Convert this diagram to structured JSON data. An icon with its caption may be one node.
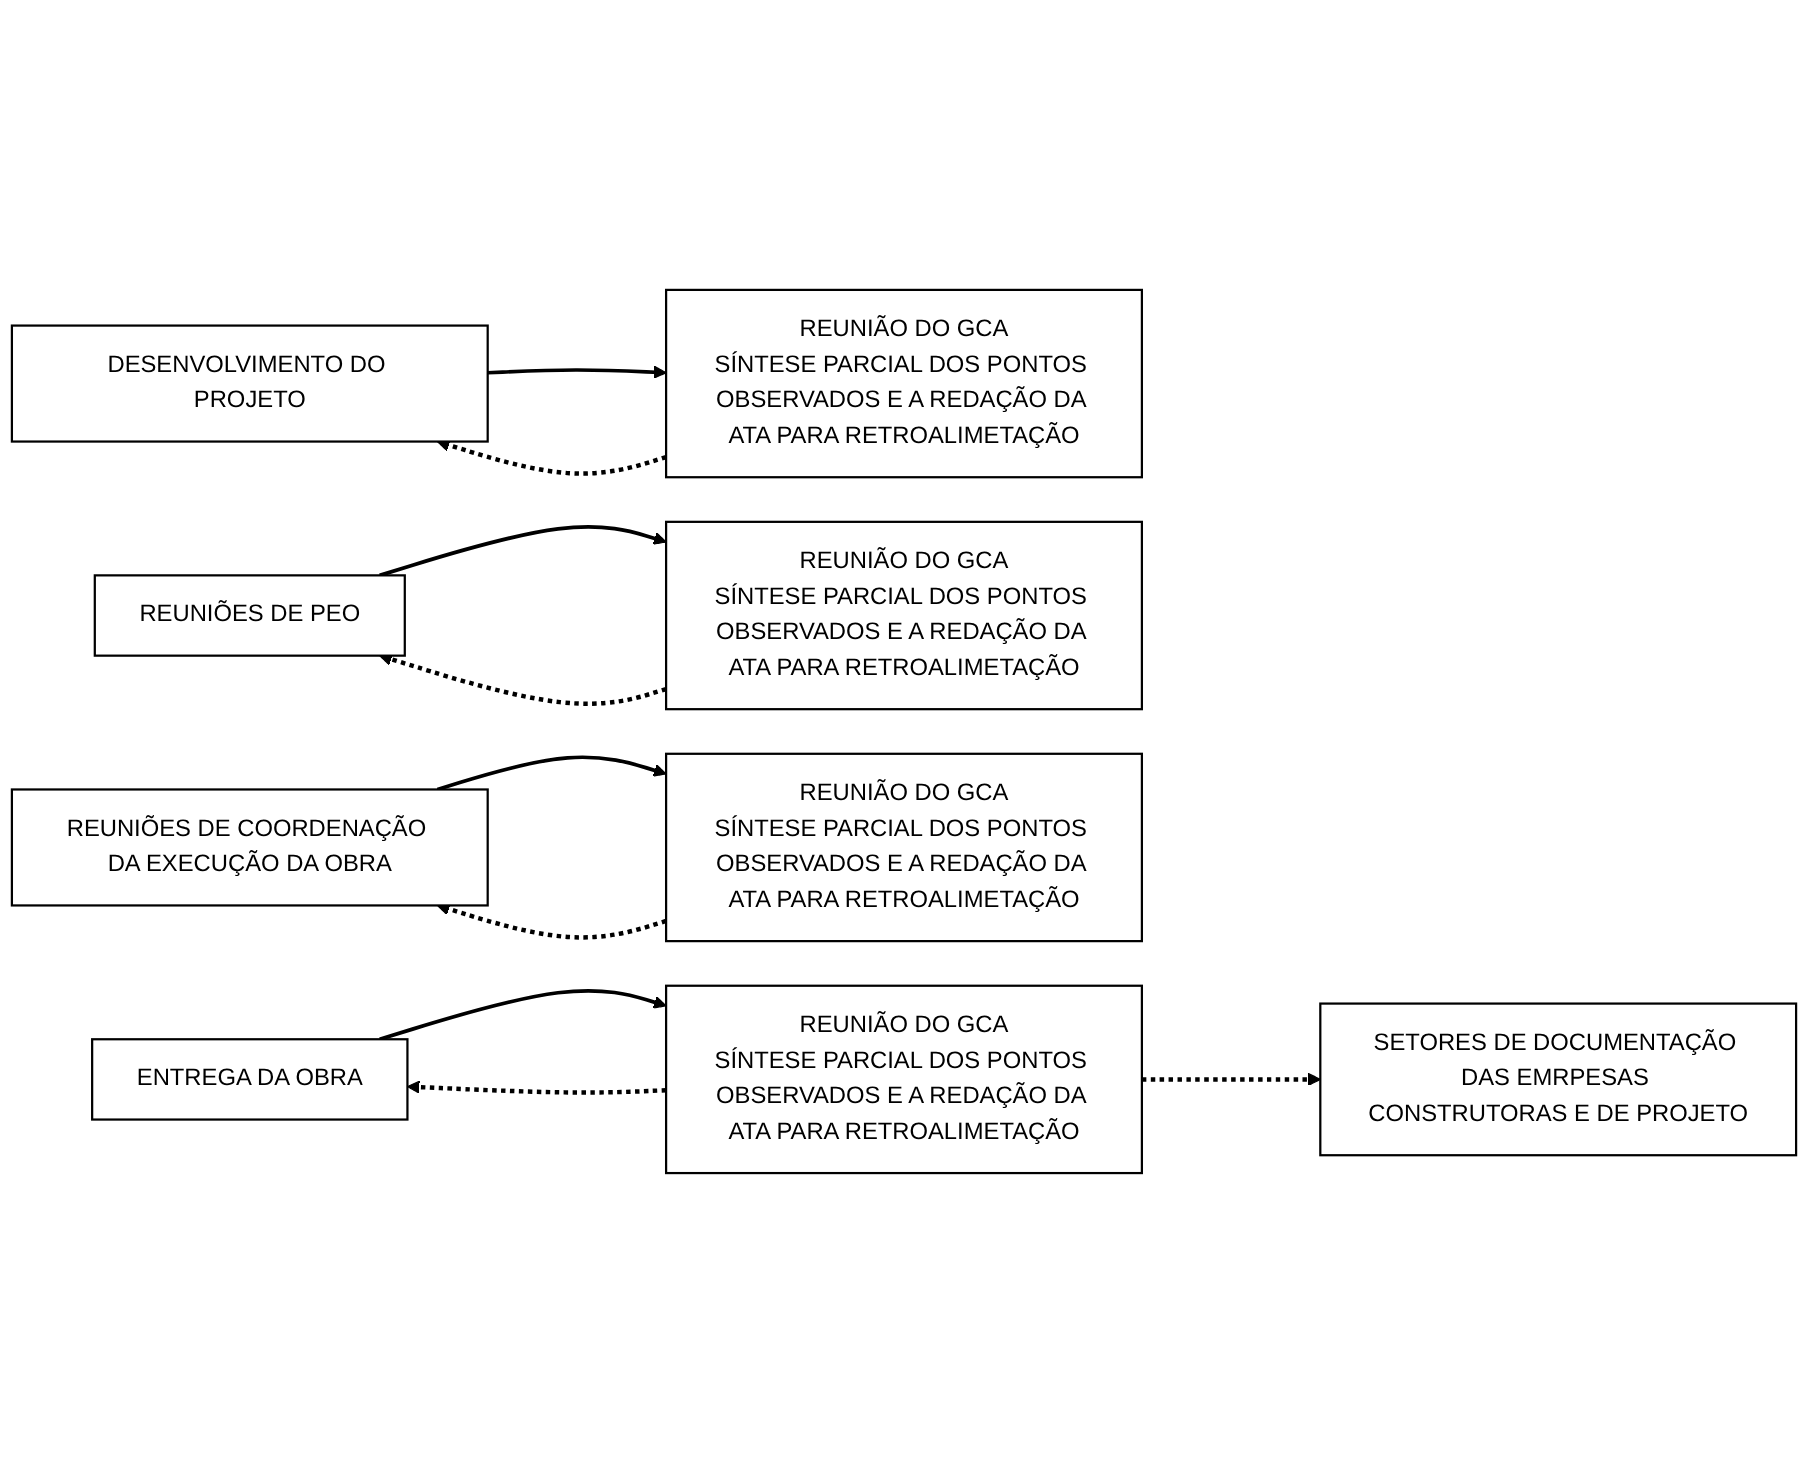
{
  "diagram": {
    "nodes": [
      {
        "text": [
          "DESENVOLVIMENTO DO PROJETO"
        ]
      },
      {
        "text": [
          "REUNIÃO DO GCA",
          "SÍNTESE PARCIAL DOS PONTOS OBSERVADOS E A REDAÇÃO DA ATA PARA RETROALIMETAÇÃO"
        ]
      },
      {
        "text": [
          "REUNIÕES DE PEO"
        ]
      },
      {
        "text": [
          "REUNIÃO DO GCA",
          "SÍNTESE PARCIAL DOS PONTOS OBSERVADOS E A REDAÇÃO DA ATA PARA RETROALIMETAÇÃO"
        ]
      },
      {
        "text": [
          "REUNIÕES DE COORDENAÇÃO DA EXECUÇÃO DA OBRA"
        ]
      },
      {
        "text": [
          "REUNIÃO DO GCA",
          "SÍNTESE PARCIAL DOS PONTOS OBSERVADOS E A REDAÇÃO DA ATA PARA RETROALIMETAÇÃO"
        ]
      },
      {
        "text": [
          "ENTREGA DA OBRA"
        ]
      },
      {
        "text": [
          "REUNIÃO DO GCA",
          "SÍNTESE PARCIAL DOS PONTOS OBSERVADOS E A REDAÇÃO DA ATA PARA RETROALIMETAÇÃO"
        ]
      },
      {
        "text": [
          "SETORES DE DOCUMENTAÇÃO DAS EMRPESAS CONSTRUTORAS E DE PROJETO"
        ]
      }
    ],
    "edges": [
      {
        "from": 0,
        "to": 1,
        "arrow": "to"
      },
      {
        "from": 1,
        "to": 0,
        "arrow": "to",
        "style": "dashed"
      },
      {
        "from": 2,
        "to": 3,
        "arrow": "to"
      },
      {
        "from": 3,
        "to": 2,
        "arrow": "to",
        "style": "dashed"
      },
      {
        "from": 4,
        "to": 5,
        "arrow": "to"
      },
      {
        "from": 5,
        "to": 4,
        "arrow": "to",
        "style": "dashed"
      },
      {
        "from": 6,
        "to": 7,
        "arrow": "to"
      },
      {
        "from": 7,
        "to": 6,
        "arrow": "to",
        "style": "dashed"
      },
      {
        "from": 7,
        "to": 8,
        "arrow": "to",
        "style": "dashed"
      }
    ]
  }
}
